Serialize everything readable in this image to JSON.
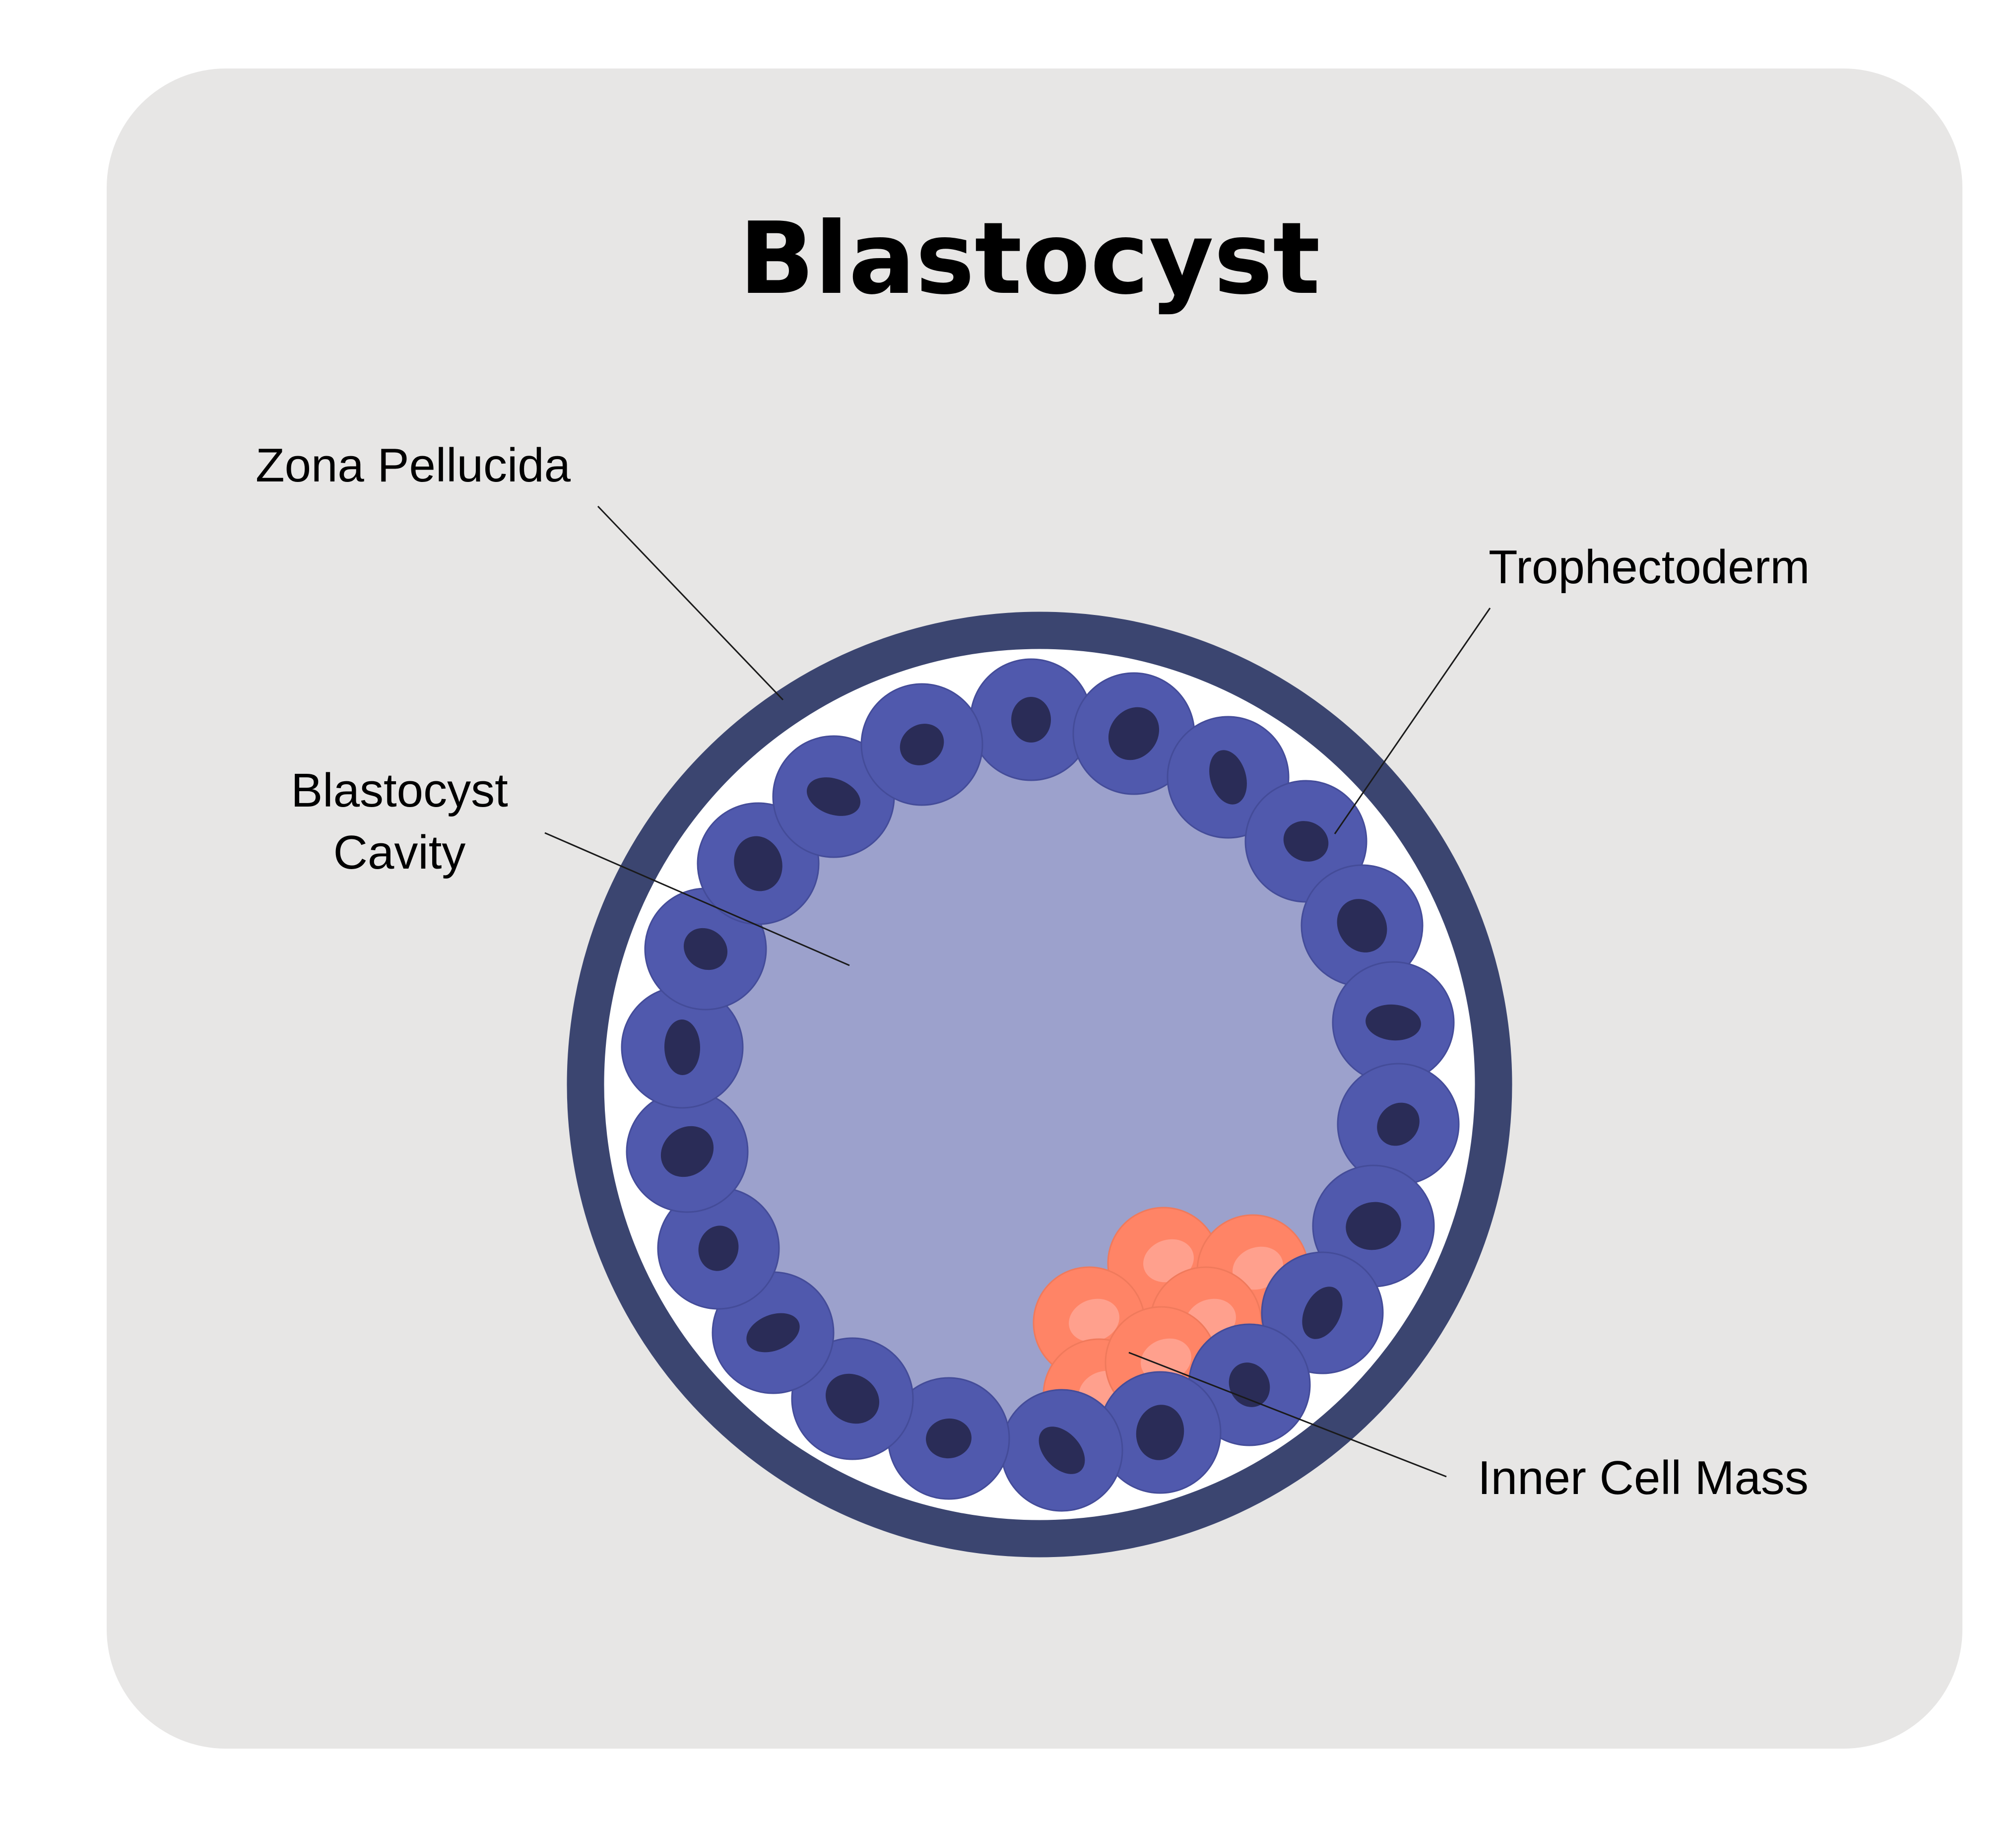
{
  "title": "Blastocyst",
  "labels": {
    "zona_pellucida": "Zona Pellucida",
    "trophectoderm": "Trophectoderm",
    "blastocyst_cavity_line1": "Blastocyst",
    "blastocyst_cavity_line2": "Cavity",
    "inner_cell_mass": "Inner Cell Mass"
  },
  "colors": {
    "card_background": "#e7e6e5",
    "zona_ring": "#3b4570",
    "zona_inner_space": "#ffffff",
    "cavity": "#9ca1cc",
    "trophectoderm_cell": "#5059ad",
    "trophectoderm_nucleus": "#2a2c57",
    "inner_cell": "#ff8466",
    "inner_cell_nucleus": "#ffa08d",
    "leader_line": "#1a1a1a",
    "text": "#000000"
  }
}
